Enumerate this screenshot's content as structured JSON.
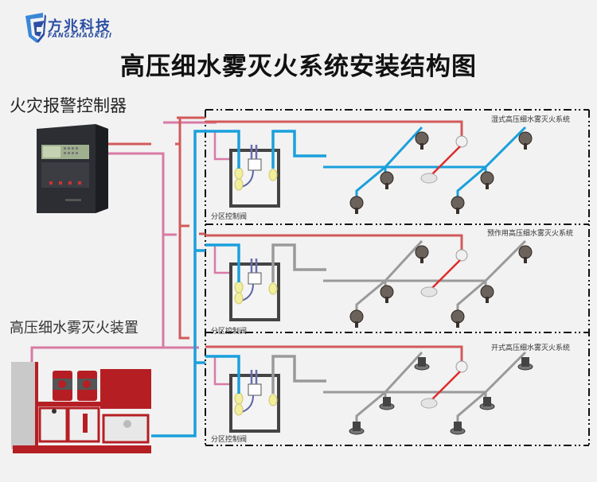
{
  "brand": {
    "name": "方兆科技",
    "subtitle": "FANGZHAOKEJI",
    "color": "#2c4fa3"
  },
  "title": "高压细水雾灭火系统安装结构图",
  "components": {
    "fire_alarm_controller": "火灾报警控制器",
    "mist_device": "高压细水雾灭火装置"
  },
  "zones": [
    {
      "system_label": "湿式高压细水雾灭火系统",
      "valve_label": "分区控制阀",
      "pipe_color": "#1aa0dc",
      "nozzle_type": "closed"
    },
    {
      "system_label": "预作用高压细水雾灭火系统",
      "valve_label": "分区控制阀",
      "pipe_color": "#9a9a9a",
      "nozzle_type": "closed"
    },
    {
      "system_label": "开式高压细水雾灭火系统",
      "valve_label": "分区控制阀",
      "pipe_color": "#9a9a9a",
      "nozzle_type": "open"
    }
  ],
  "colors": {
    "water_main": "#1aa0dc",
    "signal_red": "#d2595a",
    "signal_pink": "#d87aa6",
    "detector_wire": "#e02b2b",
    "equipment_red": "#b51f24"
  }
}
